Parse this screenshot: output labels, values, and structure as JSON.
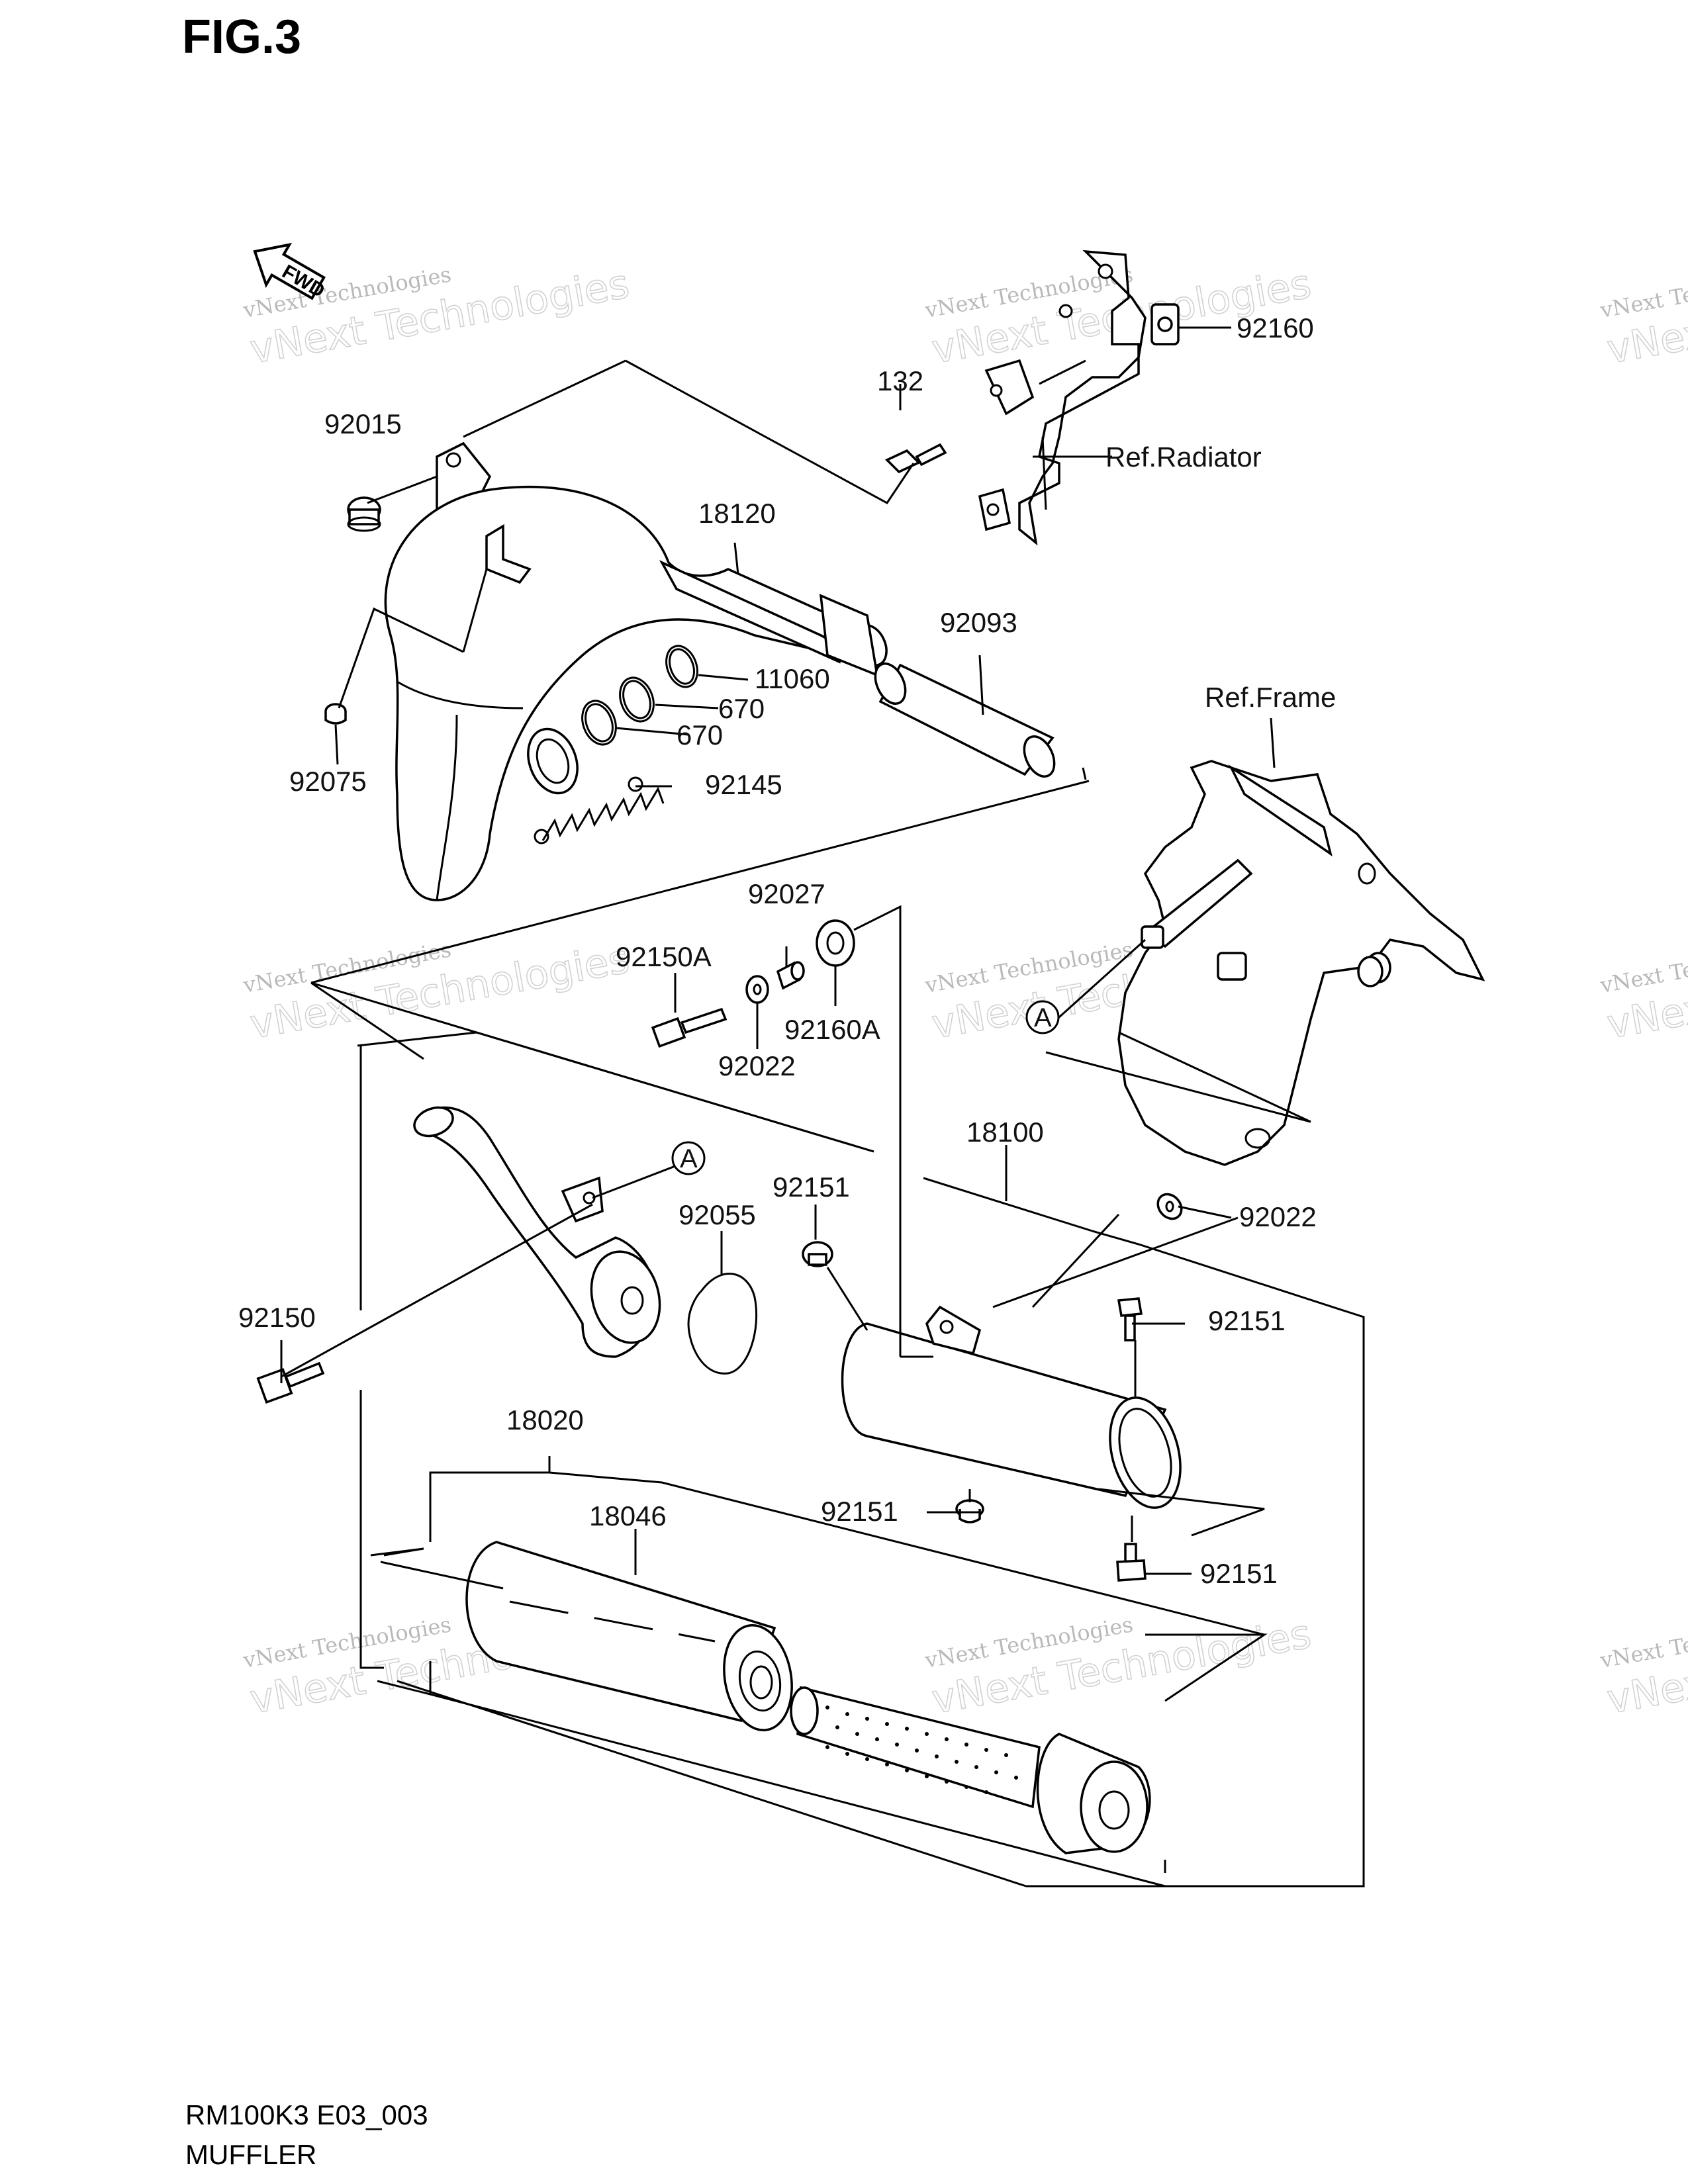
{
  "figure_title": "FIG.3",
  "footer": {
    "code": "RM100K3 E03_003",
    "name": "MUFFLER"
  },
  "fwd_arrow": {
    "label": "FWD"
  },
  "references": {
    "radiator": "Ref.Radiator",
    "frame": "Ref.Frame"
  },
  "callouts": {
    "a1": "A",
    "a2": "A"
  },
  "watermark": {
    "small": "vNext Technologies",
    "big": "vNext Technologies"
  },
  "parts": {
    "p92160": "92160",
    "p132": "132",
    "p92015": "92015",
    "p18120": "18120",
    "p92093": "92093",
    "p11060": "11060",
    "p670a": "670",
    "p670b": "670",
    "p92075": "92075",
    "p92145": "92145",
    "p92027": "92027",
    "p92150A": "92150A",
    "p92160A": "92160A",
    "p92022a": "92022",
    "p18100": "18100",
    "p92151a": "92151",
    "p92055": "92055",
    "p92022b": "92022",
    "p92151b": "92151",
    "p92150": "92150",
    "p18020": "18020",
    "p92151c": "92151",
    "p18046": "18046",
    "p92151d": "92151"
  }
}
